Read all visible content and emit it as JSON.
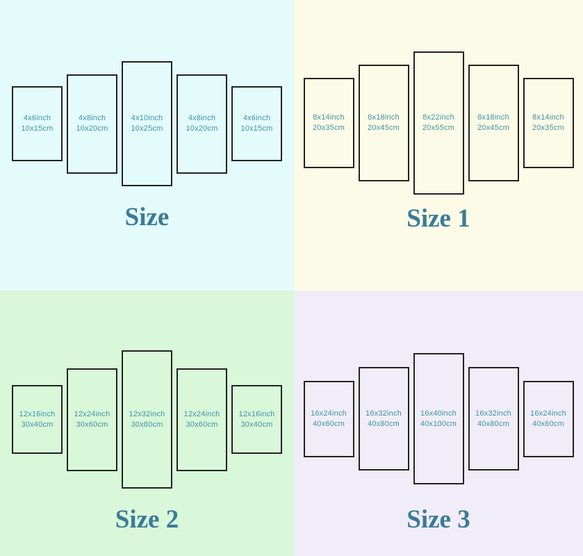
{
  "colors": {
    "quadrant1_bg": "#e4fbfc",
    "quadrant2_bg": "#fcfbe7",
    "quadrant3_bg": "#d9f8da",
    "quadrant4_bg": "#f1edf8",
    "panel_border": "#222222",
    "panel_text": "#3e93a8",
    "size_label_text": "#3a7b97"
  },
  "quadrants": [
    {
      "label": "Size",
      "panels": [
        {
          "inch": "4x6inch",
          "cm": "10x15cm"
        },
        {
          "inch": "4x8inch",
          "cm": "10x20cm"
        },
        {
          "inch": "4x10inch",
          "cm": "10x25cm"
        },
        {
          "inch": "4x8inch",
          "cm": "10x20cm"
        },
        {
          "inch": "4x6inch",
          "cm": "10x15cm"
        }
      ]
    },
    {
      "label": "Size 1",
      "panels": [
        {
          "inch": "8x14inch",
          "cm": "20x35cm"
        },
        {
          "inch": "8x18inch",
          "cm": "20x45cm"
        },
        {
          "inch": "8x22inch",
          "cm": "20x55cm"
        },
        {
          "inch": "8x18inch",
          "cm": "20x45cm"
        },
        {
          "inch": "8x14inch",
          "cm": "20x35cm"
        }
      ]
    },
    {
      "label": "Size 2",
      "panels": [
        {
          "inch": "12x16inch",
          "cm": "30x40cm"
        },
        {
          "inch": "12x24inch",
          "cm": "30x60cm"
        },
        {
          "inch": "12x32inch",
          "cm": "30x80cm"
        },
        {
          "inch": "12x24inch",
          "cm": "30x60cm"
        },
        {
          "inch": "12x16inch",
          "cm": "30x40cm"
        }
      ]
    },
    {
      "label": "Size 3",
      "panels": [
        {
          "inch": "16x24inch",
          "cm": "40x60cm"
        },
        {
          "inch": "16x32inch",
          "cm": "40x80cm"
        },
        {
          "inch": "16x40inch",
          "cm": "40x100cm"
        },
        {
          "inch": "16x32inch",
          "cm": "40x80cm"
        },
        {
          "inch": "16x24inch",
          "cm": "40x60cm"
        }
      ]
    }
  ]
}
